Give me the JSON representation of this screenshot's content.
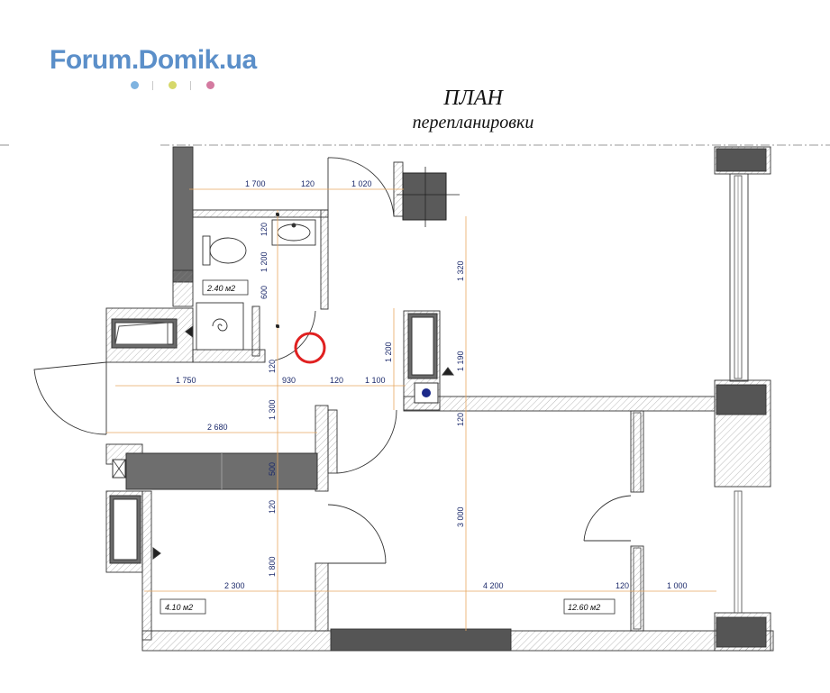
{
  "logo": {
    "text": "Forum.Domik.ua",
    "dot_colors": [
      "#7fb3e0",
      "#d6d86a",
      "#d47aa0"
    ]
  },
  "title": {
    "line1": "ПЛАН",
    "line2": "перепланировки"
  },
  "dimensions": {
    "d_1700": "1 700",
    "d_120_top": "120",
    "d_1020": "1 020",
    "d_1750": "1 750",
    "d_930": "930",
    "d_120_mid": "120",
    "d_1100": "1 100",
    "d_2680": "2 680",
    "d_2300": "2 300",
    "d_4200": "4 200",
    "d_120_bot": "120",
    "d_1000": "1 000",
    "v_120_a": "120",
    "v_1200_a": "1 200",
    "v_600": "600",
    "v_120_b": "120",
    "v_1300": "1 300",
    "v_500": "500",
    "v_120_c": "120",
    "v_1800": "1 800",
    "v_1200_b": "1 200",
    "v_1320": "1 320",
    "v_1190": "1 190",
    "v_120_d": "120",
    "v_3000": "3 000"
  },
  "room_areas": {
    "bathroom": "2.40 м2",
    "kitchen": "4.10 м2",
    "room": "12.60 м2"
  },
  "colors": {
    "wall_fill": "#6b6b6b",
    "dim_line": "#e8a860",
    "dim_text": "#1c2a6b",
    "marker": "#e02020",
    "wall_outline": "#333333"
  },
  "icons": [
    "toilet-icon",
    "sink-icon",
    "shower-icon",
    "radiator-icon",
    "column-icon",
    "vent-icon",
    "marker-circle-icon"
  ]
}
